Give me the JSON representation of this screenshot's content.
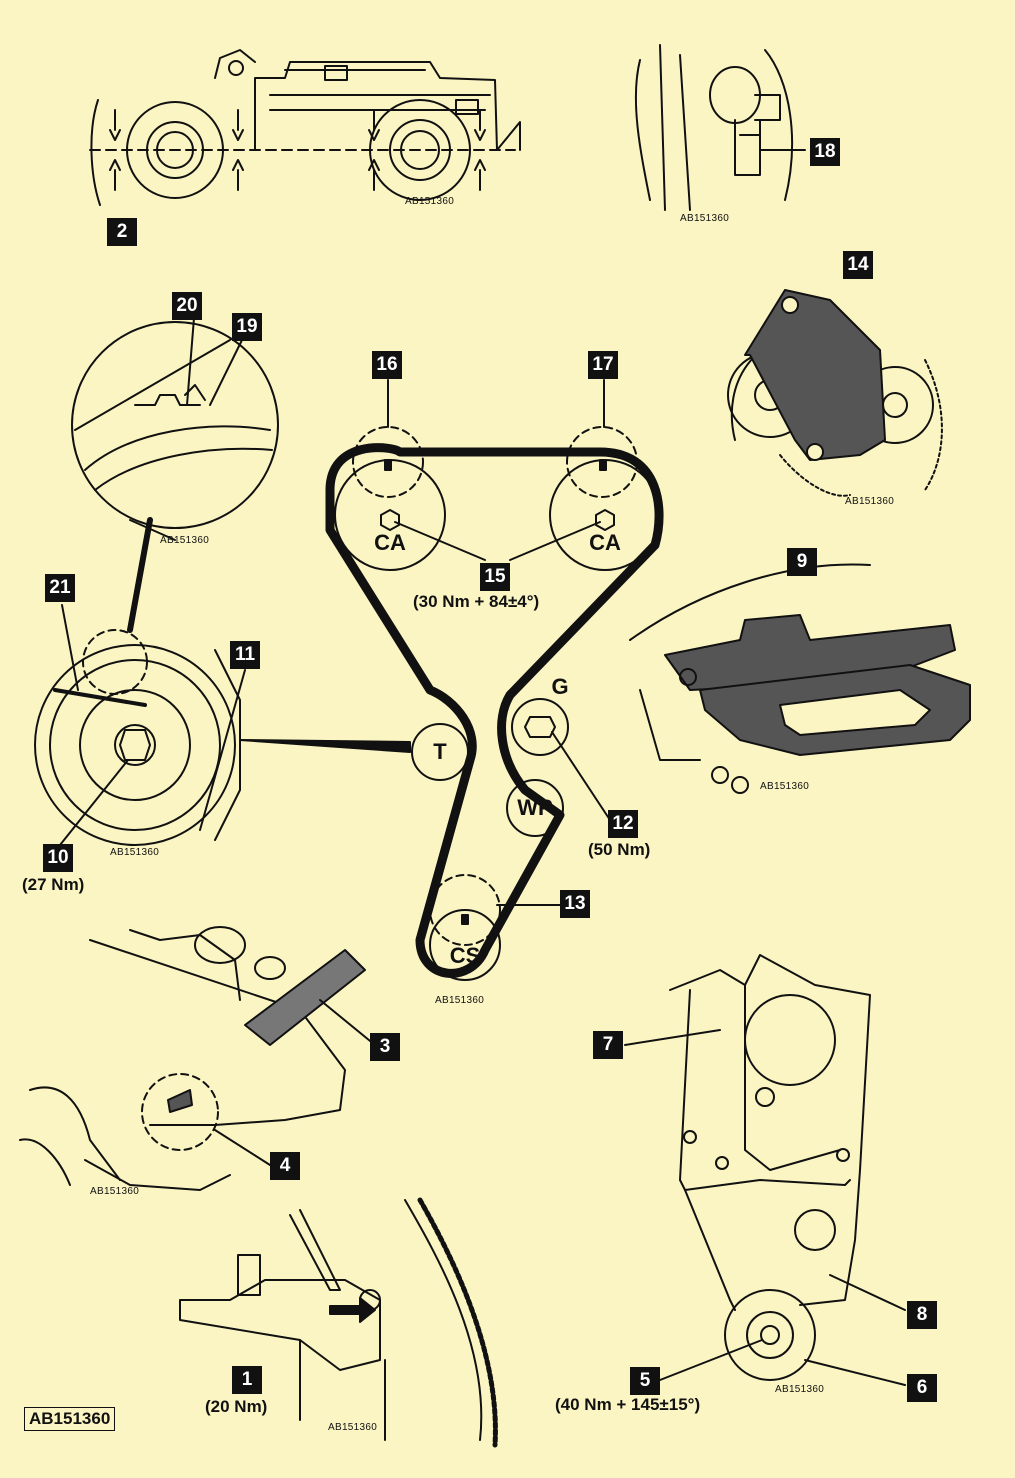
{
  "figure": {
    "reference": "AB151360",
    "pulleys": {
      "camshaft_left": "CA",
      "camshaft_right": "CA",
      "tensioner": "T",
      "guide_label": "G",
      "water_pump": "WP",
      "crankshaft": "CS"
    },
    "labels": {
      "l1": "1",
      "l2": "2",
      "l3": "3",
      "l4": "4",
      "l5": "5",
      "l6": "6",
      "l7": "7",
      "l8": "8",
      "l9": "9",
      "l10": "10",
      "l11": "11",
      "l12": "12",
      "l13": "13",
      "l14": "14",
      "l15": "15",
      "l16": "16",
      "l17": "17",
      "l18": "18",
      "l19": "19",
      "l20": "20",
      "l21": "21"
    },
    "torques": {
      "t10": "(27 Nm)",
      "t15": "(30 Nm + 84±4°)",
      "t12": "(50 Nm)",
      "t1": "(20 Nm)",
      "t5": "(40 Nm + 145±15°)"
    }
  }
}
